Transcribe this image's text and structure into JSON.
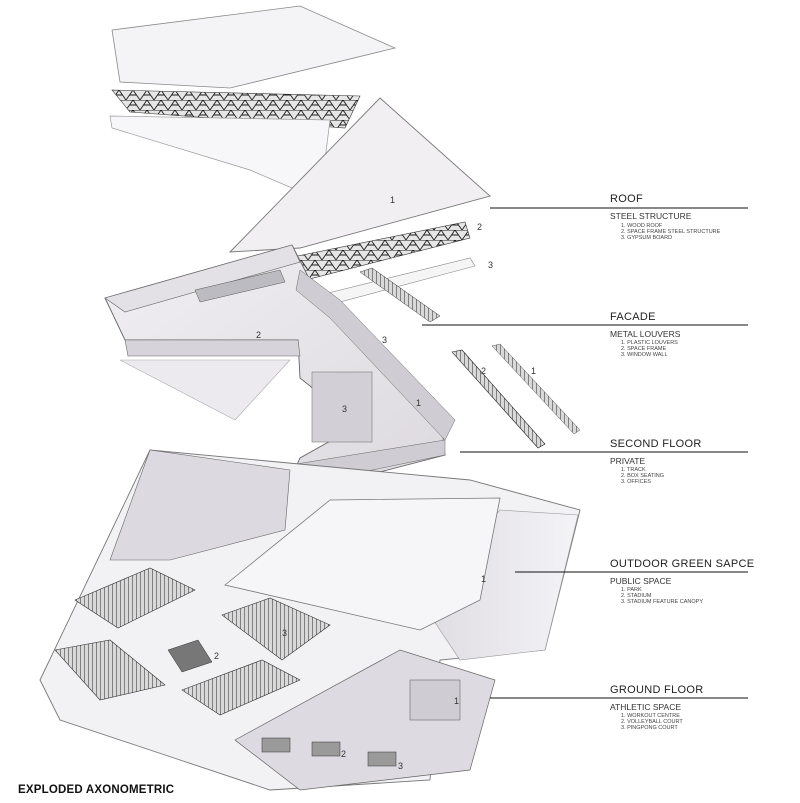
{
  "title": "EXPLODED AXONOMETRIC",
  "layers": [
    {
      "name": "ROOF",
      "subtitle": "STEEL STRUCTURE",
      "items": [
        "1. WOOD ROOF",
        "2. SPACE FRAME STEEL STRUCTURE",
        "3. GYPSUM BOARD"
      ]
    },
    {
      "name": "FACADE",
      "subtitle": "METAL LOUVERS",
      "items": [
        "1. PLASTIC LOUVERS",
        "2. SPACE FRAME",
        "3. WINDOW WALL"
      ]
    },
    {
      "name": "SECOND FLOOR",
      "subtitle": "PRIVATE",
      "items": [
        "1. TRACK",
        "2. BOX SEATING",
        "3. OFFICES"
      ]
    },
    {
      "name": "OUTDOOR GREEN SAPCE",
      "subtitle": "PUBLIC SPACE",
      "items": [
        "1. PARK",
        "2. STADIUM",
        "3. STADIUM FEATURE CANOPY"
      ]
    },
    {
      "name": "GROUND FLOOR",
      "subtitle": "ATHLETIC SPACE",
      "items": [
        "1. WORKOUT CENTRE",
        "2. VOLLEYBALL COURT",
        "3. PINGPONG COURT"
      ]
    }
  ],
  "markers": {
    "roof_1": "1",
    "roof_2": "2",
    "roof_3": "3",
    "facade_1": "1",
    "facade_2": "2",
    "facade_3": "3",
    "second_1": "1",
    "second_2": "2",
    "second_3": "3",
    "outdoor_1": "1",
    "outdoor_2": "2",
    "outdoor_3": "3",
    "ground_1": "1",
    "ground_2": "2",
    "ground_3": "3"
  }
}
